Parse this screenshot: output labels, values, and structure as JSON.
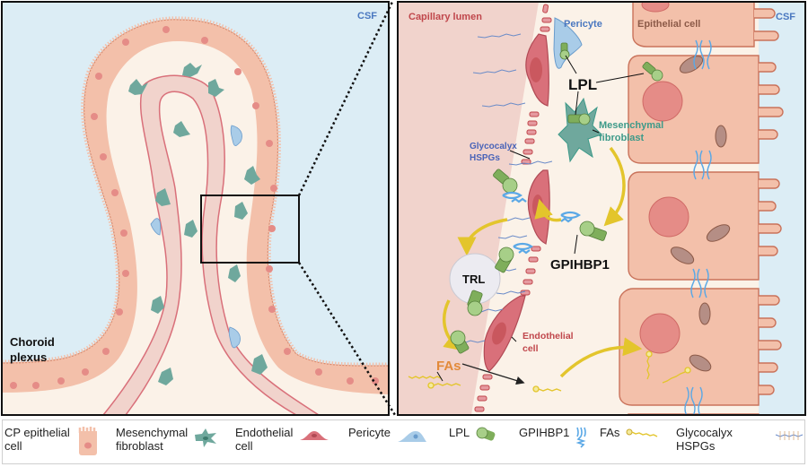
{
  "left_panel": {
    "csf_label": "CSF",
    "title_line1": "Choroid",
    "title_line2": "plexus"
  },
  "right_panel": {
    "capillary_label": "Capillary lumen",
    "csf_label": "CSF",
    "epithelial_label": "Epithelial cell",
    "pericyte_label": "Pericyte",
    "lpl_label": "LPL",
    "fibroblast_label_line1": "Mesenchymal",
    "fibroblast_label_line2": "fibroblast",
    "glycocalyx_label_line1": "Glycocalyx",
    "glycocalyx_label_line2": "HSPGs",
    "gpihbp1_label": "GPIHBP1",
    "trl_label": "TRL",
    "endothelial_label_line1": "Endothelial",
    "endothelial_label_line2": "cell",
    "fas_label": "FAs"
  },
  "colors": {
    "csf_blue": "#dcedf5",
    "interstitium": "#fbf2e8",
    "epithelium": "#f3c0aa",
    "epithelium_edge": "#d98a6e",
    "nucleus": "#e58c87",
    "capillary": "#f1d3cc",
    "endothelial": "#d9707a",
    "fibroblast": "#6fa89d",
    "pericyte": "#a9cce8",
    "lpl_green": "#7fae5b",
    "gpihbp1_blue": "#5aa8e6",
    "arrow_yellow": "#e3c52c",
    "label_blue": "#4a78c0",
    "label_red": "#c0474c",
    "label_teal": "#3d9a89",
    "label_orange": "#e28a3a",
    "label_brown": "#8c5a48"
  },
  "legend": {
    "items": [
      {
        "line1": "CP epithelial",
        "line2": "cell"
      },
      {
        "line1": "Mesenchymal",
        "line2": "fibroblast"
      },
      {
        "line1": "Endothelial",
        "line2": "cell"
      },
      {
        "line1": "Pericyte",
        "line2": ""
      },
      {
        "line1": "LPL",
        "line2": ""
      },
      {
        "line1": "GPIHBP1",
        "line2": ""
      },
      {
        "line1": "FAs",
        "line2": ""
      },
      {
        "line1": "Glycocalyx HSPGs",
        "line2": ""
      }
    ]
  }
}
